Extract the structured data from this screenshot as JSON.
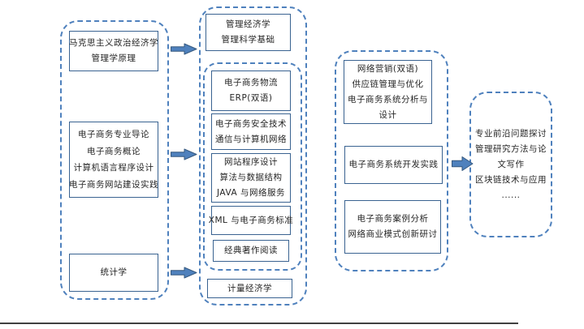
{
  "colors": {
    "dashed_frame_border": "#4f81bd",
    "solid_box_border": "#3a6391",
    "arrow_fill": "#4f81bd",
    "arrow_stroke": "#36597f",
    "text": "#262626",
    "baseline_rule": "#404040"
  },
  "stage1": {
    "box1_lines": [
      "马克思主义政治经济学",
      "管理学原理"
    ],
    "box2_lines": [
      "电子商务专业导论",
      "电子商务概论",
      "计算机语言程序设计",
      "电子商务网站建设实践"
    ],
    "box3_lines": [
      "统计学"
    ]
  },
  "stage2": {
    "box_top_lines": [
      "管理经济学",
      "管理科学基础"
    ],
    "core": {
      "box1_lines": [
        "电子商务物流",
        "ERP(双语)"
      ],
      "box2_lines": [
        "电子商务安全技术",
        "通信与计算机网络"
      ],
      "box3_lines": [
        "网站程序设计",
        "算法与数据结构",
        "JAVA 与网络服务"
      ],
      "box4_lines": [
        "XML 与电子商务标准"
      ],
      "box5_lines": [
        "经典著作阅读"
      ]
    },
    "box_bottom_lines": [
      "计量经济学"
    ]
  },
  "stage3": {
    "box1_lines": [
      "网络营销(双语)",
      "供应链管理与优化",
      "电子商务系统分析与",
      "设计"
    ],
    "box2_lines": [
      "电子商务系统开发实践"
    ],
    "box3_lines": [
      "电子商务案例分析",
      "网络商业模式创新研讨"
    ]
  },
  "stage4": {
    "lines": [
      "专业前沿问题探讨",
      "管理研究方法与论",
      "文写作",
      "区块链技术与应用",
      "......"
    ]
  },
  "connectors": [
    {
      "from": "stage1-box1",
      "to": "stage2-top",
      "shape": "right-block-arrow"
    },
    {
      "from": "stage1-box2",
      "to": "stage2-core",
      "shape": "right-block-arrow"
    },
    {
      "from": "stage1-box3",
      "to": "stage2-bottom",
      "shape": "right-block-arrow"
    },
    {
      "from": "stage3",
      "to": "stage4",
      "shape": "right-block-arrow"
    }
  ]
}
